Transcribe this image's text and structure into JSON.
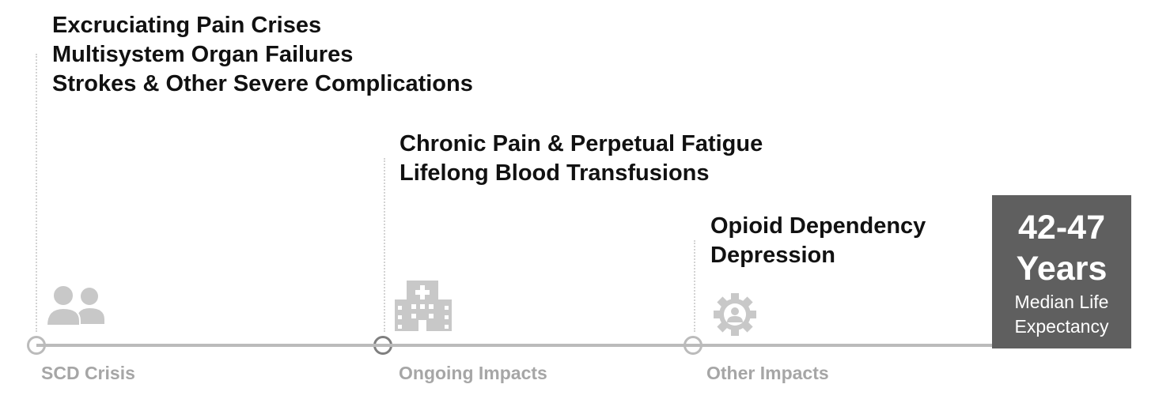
{
  "stages": [
    {
      "label": "SCD Crisis",
      "items": [
        "Excruciating Pain Crises",
        "Multisystem Organ Failures",
        "Strokes & Other Severe Complications"
      ],
      "icon": "people-icon"
    },
    {
      "label": "Ongoing Impacts",
      "items": [
        "Chronic Pain & Perpetual Fatigue",
        "Lifelong Blood Transfusions"
      ],
      "icon": "hospital-icon"
    },
    {
      "label": "Other Impacts",
      "items": [
        "Opioid Dependency",
        "Depression"
      ],
      "icon": "person-gear-icon"
    }
  ],
  "result": {
    "value_line1": "42-47",
    "value_line2": "Years",
    "caption_line1": "Median Life",
    "caption_line2": "Expectancy"
  },
  "colors": {
    "text": "#111111",
    "muted": "#a6a6a6",
    "icon": "#c8c8c8",
    "line": "#bbbbbb",
    "result_bg": "#5f5f5f"
  }
}
